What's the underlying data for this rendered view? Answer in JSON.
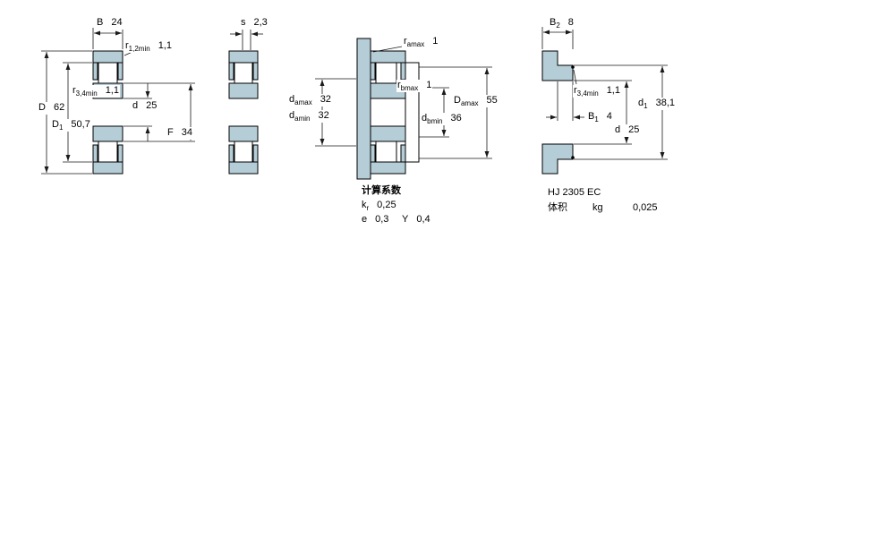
{
  "views": {
    "v1": {
      "B": {
        "sym": "B",
        "sub": "",
        "val": "24"
      },
      "r12": {
        "sym": "r",
        "sub": "1,2min",
        "val": "1,1"
      },
      "r34": {
        "sym": "r",
        "sub": "3,4min",
        "val": "1,1"
      },
      "D": {
        "sym": "D",
        "sub": "",
        "val": "62"
      },
      "D1": {
        "sym": "D",
        "sub": "1",
        "val": "50,7"
      },
      "d": {
        "sym": "d",
        "sub": "",
        "val": "25"
      },
      "F": {
        "sym": "F",
        "sub": "",
        "val": "34"
      }
    },
    "v2": {
      "s": {
        "sym": "s",
        "sub": "",
        "val": "2,3"
      }
    },
    "v3": {
      "ramax": {
        "sym": "r",
        "sub": "amax",
        "val": "1"
      },
      "rbmax": {
        "sym": "r",
        "sub": "bmax",
        "val": "1"
      },
      "damax": {
        "sym": "d",
        "sub": "amax",
        "val": "32"
      },
      "damin": {
        "sym": "d",
        "sub": "amin",
        "val": "32"
      },
      "Damax": {
        "sym": "D",
        "sub": "amax",
        "val": "55"
      },
      "dbmin": {
        "sym": "d",
        "sub": "bmin",
        "val": "36"
      }
    },
    "v4": {
      "B2": {
        "sym": "B",
        "sub": "2",
        "val": "8"
      },
      "r34": {
        "sym": "r",
        "sub": "3,4min",
        "val": "1,1"
      },
      "d1": {
        "sym": "d",
        "sub": "1",
        "val": "38,1"
      },
      "B1": {
        "sym": "B",
        "sub": "1",
        "val": "4"
      },
      "d": {
        "sym": "d",
        "sub": "",
        "val": "25"
      }
    }
  },
  "calc": {
    "title": "计算系数",
    "kr": {
      "sym": "k",
      "sub": "r",
      "val": "0,25"
    },
    "e": {
      "sym": "e",
      "sub": "",
      "val": "0,3"
    },
    "Y": {
      "sym": "Y",
      "sub": "",
      "val": "0,4"
    }
  },
  "product": {
    "designation": "HJ 2305 EC",
    "mass_label": "体积",
    "mass_unit": "kg",
    "mass_value": "0,025"
  },
  "colors": {
    "section_fill": "#b5cdd7",
    "line": "#000000"
  }
}
